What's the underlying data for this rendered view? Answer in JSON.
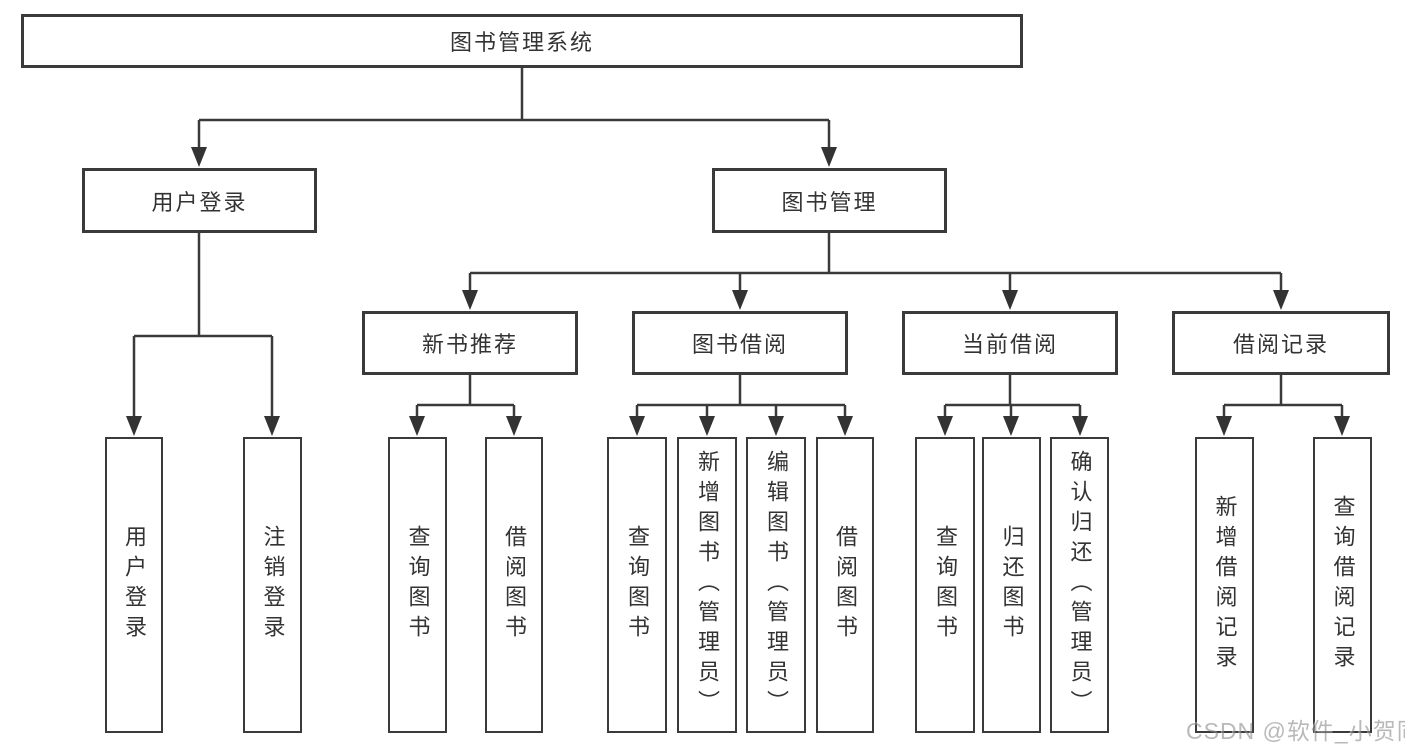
{
  "diagram": {
    "title": "图书管理系统",
    "level2": {
      "user_login": "用户登录",
      "book_mgmt": "图书管理"
    },
    "level3": {
      "new_book_rec": "新书推荐",
      "book_borrow": "图书借阅",
      "current_borrow": "当前借阅",
      "borrow_records": "借阅记录"
    },
    "leaves": {
      "user_login": [
        "用户登录",
        "注销登录"
      ],
      "new_book_rec": [
        "查询图书",
        "借阅图书"
      ],
      "book_borrow": [
        "查询图书",
        "新增图书（管理员）",
        "编辑图书（管理员）",
        "借阅图书"
      ],
      "current_borrow": [
        "查询图书",
        "归还图书",
        "确认归还（管理员）"
      ],
      "borrow_records": [
        "新增借阅记录",
        "查询借阅记录"
      ]
    }
  },
  "watermark": "CSDN @软件_小贺同学",
  "colors": {
    "line": "#3a3a3a",
    "border": "#3a3a3a",
    "text": "#333333",
    "background": "#ffffff",
    "watermark": "#8f8f8f"
  }
}
